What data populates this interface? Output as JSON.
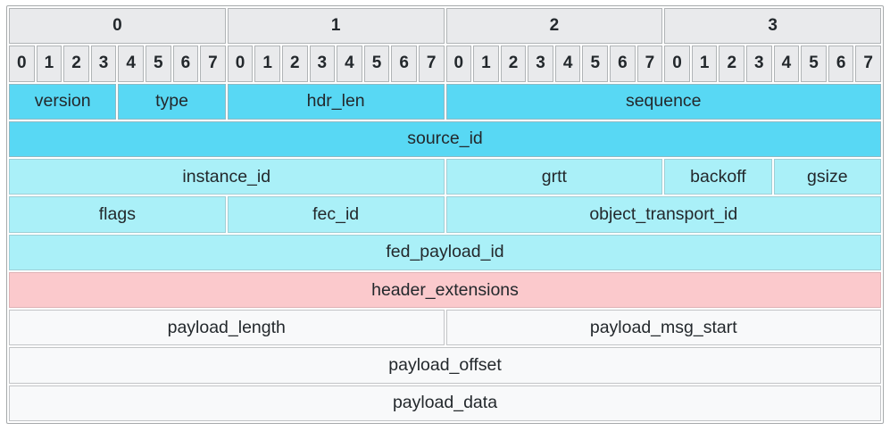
{
  "diagram": {
    "name": "packet-header-field-layout",
    "byte_headers": [
      "0",
      "1",
      "2",
      "3"
    ],
    "bit_headers": [
      "0",
      "1",
      "2",
      "3",
      "4",
      "5",
      "6",
      "7"
    ],
    "bits_per_byte": 8,
    "total_bits_per_row": 32,
    "rows": [
      {
        "fields": [
          {
            "label": "version",
            "bits": 4,
            "color": "dark"
          },
          {
            "label": "type",
            "bits": 4,
            "color": "dark"
          },
          {
            "label": "hdr_len",
            "bits": 8,
            "color": "dark"
          },
          {
            "label": "sequence",
            "bits": 16,
            "color": "dark"
          }
        ]
      },
      {
        "fields": [
          {
            "label": "source_id",
            "bits": 32,
            "color": "dark"
          }
        ]
      },
      {
        "fields": [
          {
            "label": "instance_id",
            "bits": 16,
            "color": "light"
          },
          {
            "label": "grtt",
            "bits": 8,
            "color": "light"
          },
          {
            "label": "backoff",
            "bits": 4,
            "color": "light"
          },
          {
            "label": "gsize",
            "bits": 4,
            "color": "light"
          }
        ]
      },
      {
        "fields": [
          {
            "label": "flags",
            "bits": 8,
            "color": "light"
          },
          {
            "label": "fec_id",
            "bits": 8,
            "color": "light"
          },
          {
            "label": "object_transport_id",
            "bits": 16,
            "color": "light"
          }
        ]
      },
      {
        "fields": [
          {
            "label": "fed_payload_id",
            "bits": 32,
            "color": "light"
          }
        ]
      },
      {
        "fields": [
          {
            "label": "header_extensions",
            "bits": 32,
            "color": "pink"
          }
        ]
      },
      {
        "fields": [
          {
            "label": "payload_length",
            "bits": 16,
            "color": "plain"
          },
          {
            "label": "payload_msg_start",
            "bits": 16,
            "color": "plain"
          }
        ]
      },
      {
        "fields": [
          {
            "label": "payload_offset",
            "bits": 32,
            "color": "plain"
          }
        ]
      },
      {
        "fields": [
          {
            "label": "payload_data",
            "bits": 32,
            "color": "plain"
          }
        ]
      }
    ],
    "colors": {
      "dark": "#58d8f4",
      "light": "#aaf0f8",
      "pink": "#fbc9cc",
      "plain": "#f8f9fa",
      "header_bg": "#e9eaec",
      "cell_border_header": "#b0b4b6",
      "cell_border_dark": "#8fb9c4",
      "cell_border_light": "#9fcfd6",
      "cell_border_pink": "#dfb2b5",
      "cell_border_plain": "#c2c4c6",
      "text": "#23282c"
    }
  }
}
